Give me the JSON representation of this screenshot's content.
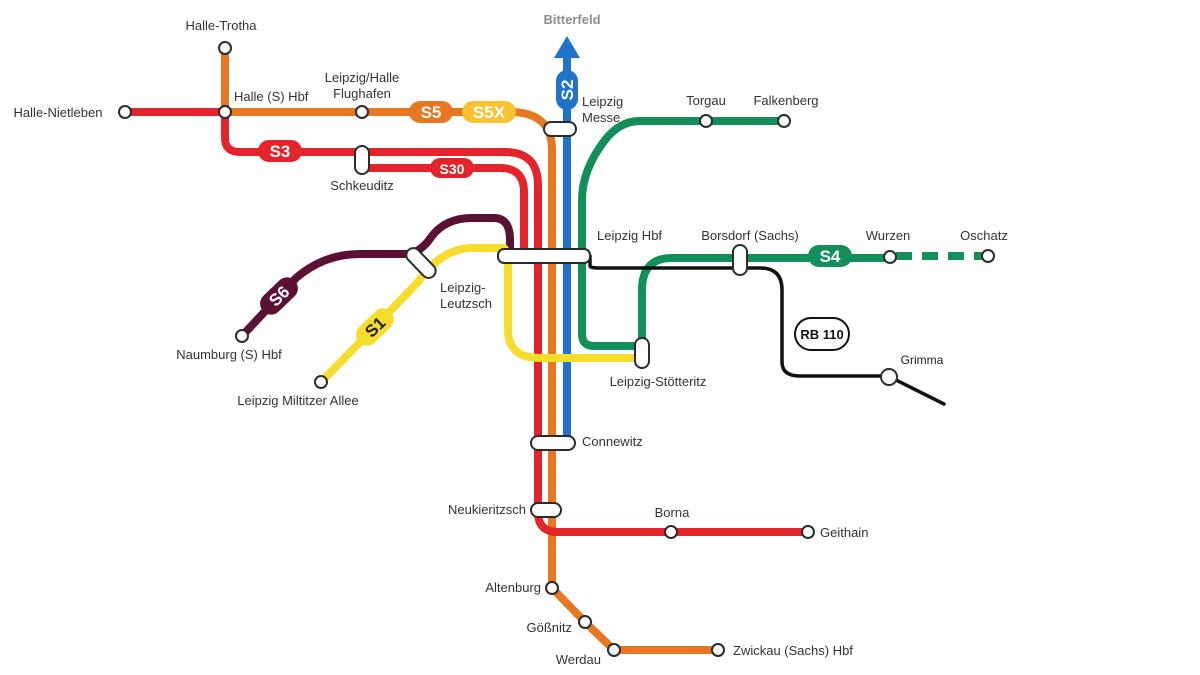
{
  "colors": {
    "s1": "#f6dd2c",
    "s2": "#1f73c8",
    "s3": "#e3242b",
    "s30": "#e3242b",
    "s4": "#13905a",
    "s5": "#e87722",
    "s5x": "#f8c230",
    "s6": "#5b1035",
    "rb110": "#111111",
    "s2_arrow": "#1f73c8"
  },
  "direction": {
    "label": "Bitterfeld"
  },
  "lines": {
    "s1": "S1",
    "s2": "S2",
    "s3": "S3",
    "s30": "S30",
    "s4": "S4",
    "s5": "S5",
    "s5x": "S5X",
    "s6": "S6",
    "rb110": "RB 110"
  },
  "stations": {
    "halle_trotha": "Halle-Trotha",
    "halle_hbf": "Halle (S) Hbf",
    "halle_nietleben": "Halle-Nietleben",
    "flughafen": "Leipzig/Halle\nFlughafen",
    "flughafen_1": "Leipzig/Halle",
    "flughafen_2": "Flughafen",
    "schkeuditz": "Schkeuditz",
    "messe_1": "Leipzig",
    "messe_2": "Messe",
    "torgau": "Torgau",
    "falkenberg": "Falkenberg",
    "leipzig_hbf": "Leipzig Hbf",
    "borsdorf": "Borsdorf (Sachs)",
    "wurzen": "Wurzen",
    "oschatz": "Oschatz",
    "leutzsch_1": "Leipzig-",
    "leutzsch_2": "Leutzsch",
    "naumburg": "Naumburg (S) Hbf",
    "miltitzer": "Leipzig Miltitzer Allee",
    "stoetteritz": "Leipzig-Stötteritz",
    "grimma": "Grimma",
    "connewitz": "Connewitz",
    "neukieritzsch": "Neukieritzsch",
    "borna": "Borna",
    "geithain": "Geithain",
    "altenburg": "Altenburg",
    "goessnitz": "Gößnitz",
    "werdau": "Werdau",
    "zwickau": "Zwickau (Sachs) Hbf"
  }
}
